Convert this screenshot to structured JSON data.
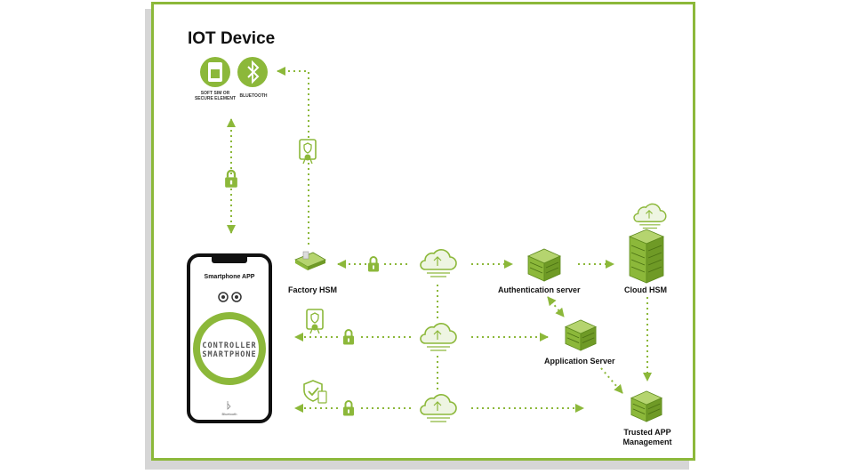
{
  "title": "IOT Device",
  "iot_icons": {
    "sim_label_line1": "SOFT SIM OR",
    "sim_label_line2": "SECURE ELEMENT",
    "bluetooth_label": "BLUETOOTH"
  },
  "phone": {
    "app_label": "Smartphone APP",
    "controller_line1": "CONTROLLER",
    "controller_line2": "SMARTPHONE",
    "bluetooth_small": "Bluetooth"
  },
  "nodes": {
    "factory_hsm": "Factory HSM",
    "auth_server": "Authentication server",
    "cloud_hsm": "Cloud HSM",
    "app_server": "Application Server",
    "trusted_line1": "Trusted APP",
    "trusted_line2": "Management"
  },
  "colors": {
    "accent": "#8cb83a",
    "dark_green": "#5e8a1e",
    "text": "#111111",
    "shadow": "#d6d6d6"
  }
}
